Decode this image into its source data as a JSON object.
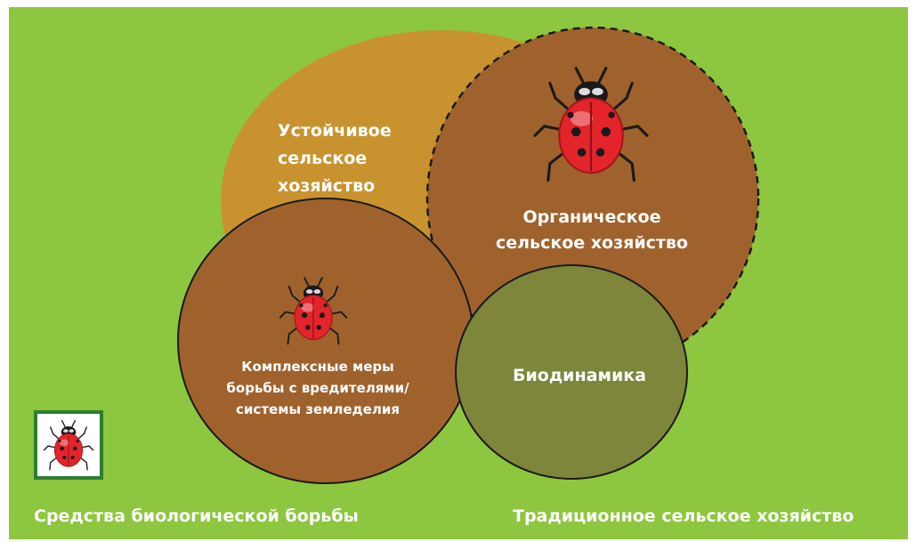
{
  "diagram": {
    "sustainable_agriculture": [
      "Устойчивое",
      "сельское",
      "хозяйство"
    ],
    "organic_farming": [
      "Органическое",
      "сельское хозяйство"
    ],
    "integrated_pest_management": [
      "Комплексные меры",
      "борьбы с вредителями/",
      "системы земледелия"
    ],
    "biodynamics": "Биодинамика"
  },
  "legend": {
    "biological_control": "Средства биологической борьбы",
    "traditional_agriculture": "Традиционное сельское хозяйство"
  },
  "colors": {
    "background": "#8dc63f",
    "sustainable_fill": "#c8932e",
    "organic_fill": "#a0622d",
    "ipm_fill": "#a0622d",
    "biodynamics_fill": "#7d863a",
    "outline": "#1a1a1a",
    "ladybug_red": "#e3242b"
  },
  "icons": [
    "ladybug-icon"
  ]
}
